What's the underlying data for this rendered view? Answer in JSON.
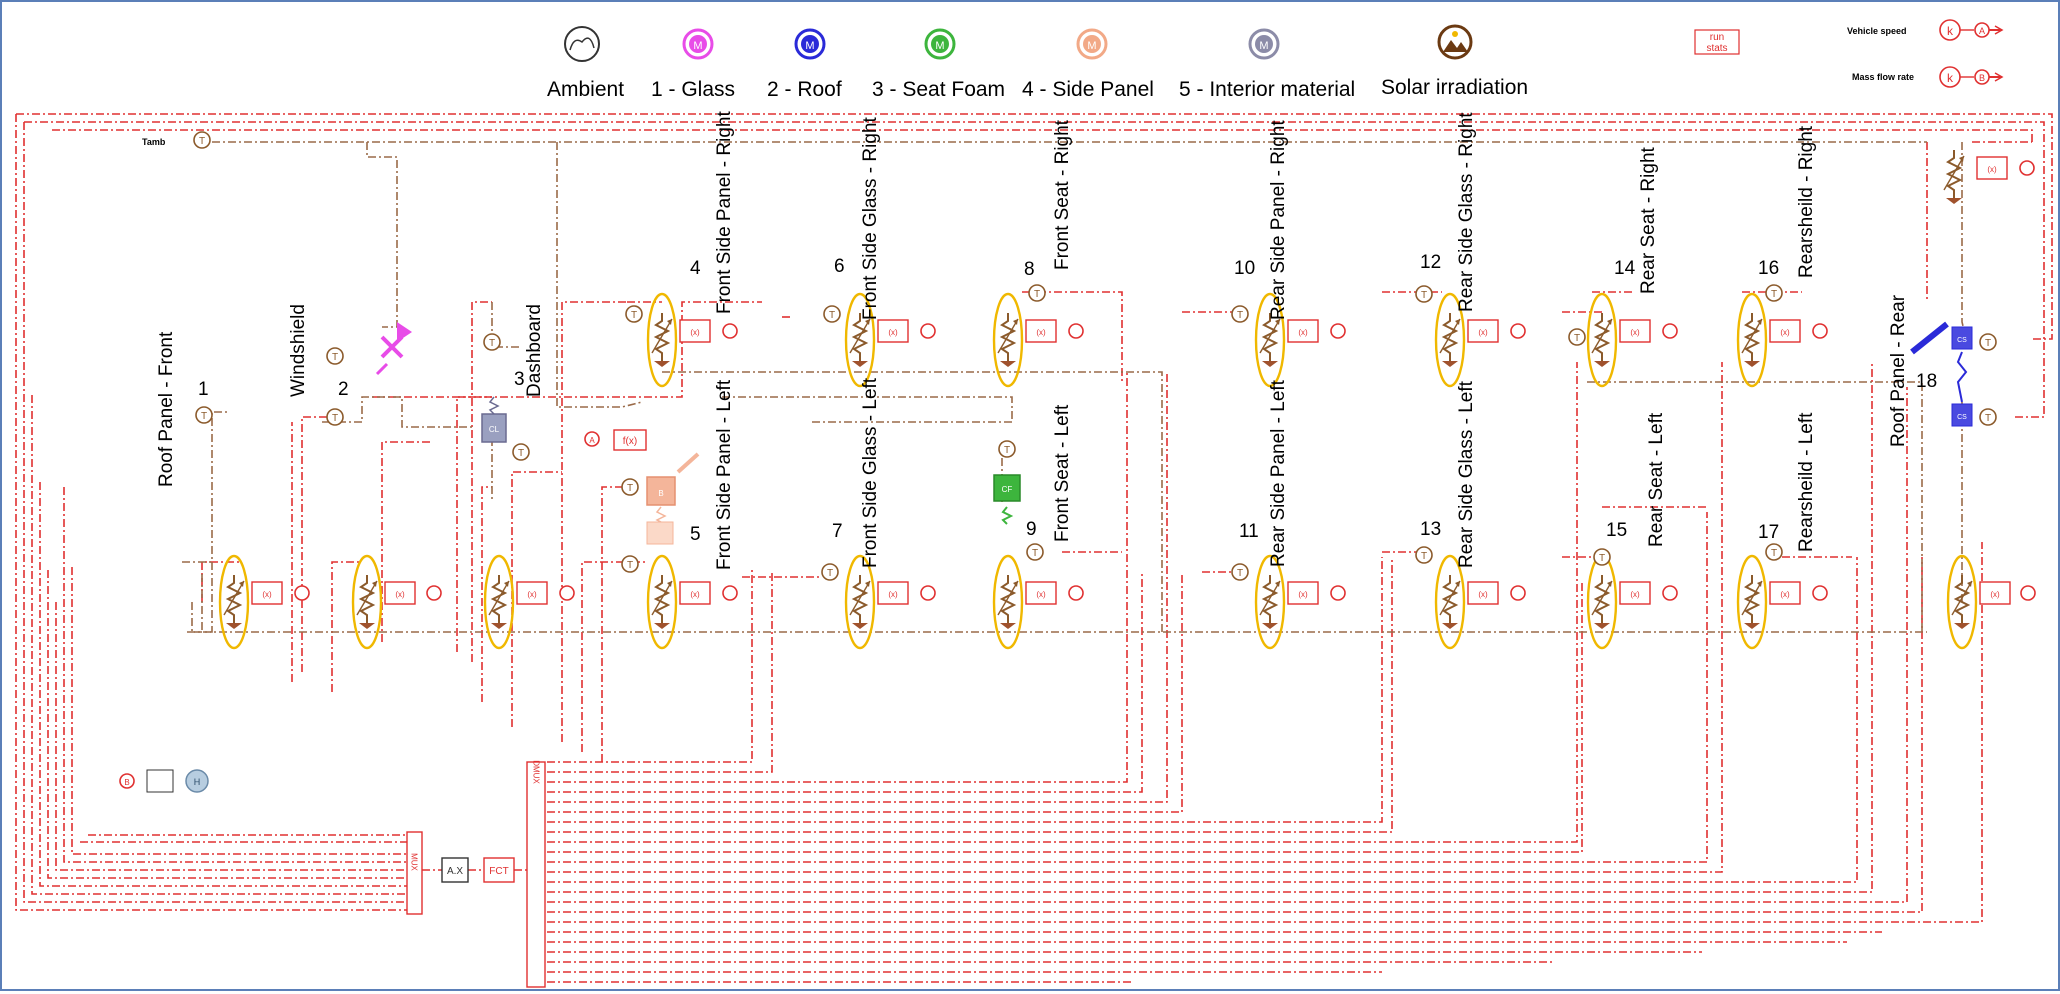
{
  "legend": {
    "items": [
      {
        "label": "Ambient",
        "glyph": "",
        "color": "#333333"
      },
      {
        "label": "1 - Glass",
        "glyph": "M",
        "color": "#e84ce8"
      },
      {
        "label": "2 - Roof",
        "glyph": "M",
        "color": "#2a2ad8"
      },
      {
        "label": "3 - Seat Foam",
        "glyph": "M",
        "color": "#3db53d"
      },
      {
        "label": "4 - Side Panel",
        "glyph": "M",
        "color": "#f2a987"
      },
      {
        "label": "5 - Interior material",
        "glyph": "M",
        "color": "#8c8ca8"
      },
      {
        "label": "Solar irradiation",
        "glyph": "",
        "color": "#8b4513"
      }
    ],
    "run_stats": {
      "line1": "run",
      "line2": "stats"
    },
    "vehicle_speed": {
      "label": "Vehicle speed",
      "k": "k",
      "port": "A"
    },
    "mass_flow_rate": {
      "label": "Mass flow rate",
      "k": "k",
      "port": "B"
    }
  },
  "tamb_label": "Tamb",
  "blocks": {
    "ax": "A.X",
    "fct": "FCT",
    "mux": "MUX",
    "dmux": "DMUX",
    "fx": "f(x)",
    "cl": "CL",
    "cf": "CF",
    "cs": "CS",
    "a_port": "A",
    "t_port": "T",
    "b_port": "B",
    "h_port": "H",
    "x_port": "X",
    "fn": "(x)"
  },
  "nodes": [
    {
      "id": "1",
      "label": "Roof Panel - Front"
    },
    {
      "id": "2",
      "label": "Windshield"
    },
    {
      "id": "3",
      "label": "Dashboard"
    },
    {
      "id": "4",
      "label": "Front Side Panel - Right"
    },
    {
      "id": "5",
      "label": "Front Side Panel - Left"
    },
    {
      "id": "6",
      "label": "Front Side Glass - Right"
    },
    {
      "id": "7",
      "label": "Front Side Glass - Left"
    },
    {
      "id": "8",
      "label": "Front Seat - Right"
    },
    {
      "id": "9",
      "label": "Front Seat - Left"
    },
    {
      "id": "10",
      "label": "Rear Side Panel - Right"
    },
    {
      "id": "11",
      "label": "Rear Side Panel - Left"
    },
    {
      "id": "12",
      "label": "Rear Side Glass - Right"
    },
    {
      "id": "13",
      "label": "Rear Side Glass - Left"
    },
    {
      "id": "14",
      "label": "Rear Seat - Right"
    },
    {
      "id": "15",
      "label": "Rear Seat - Left"
    },
    {
      "id": "16",
      "label": "Rearsheild - Right"
    },
    {
      "id": "17",
      "label": "Rearsheild - Left"
    },
    {
      "id": "18",
      "label": "Roof Panel - Rear"
    }
  ]
}
